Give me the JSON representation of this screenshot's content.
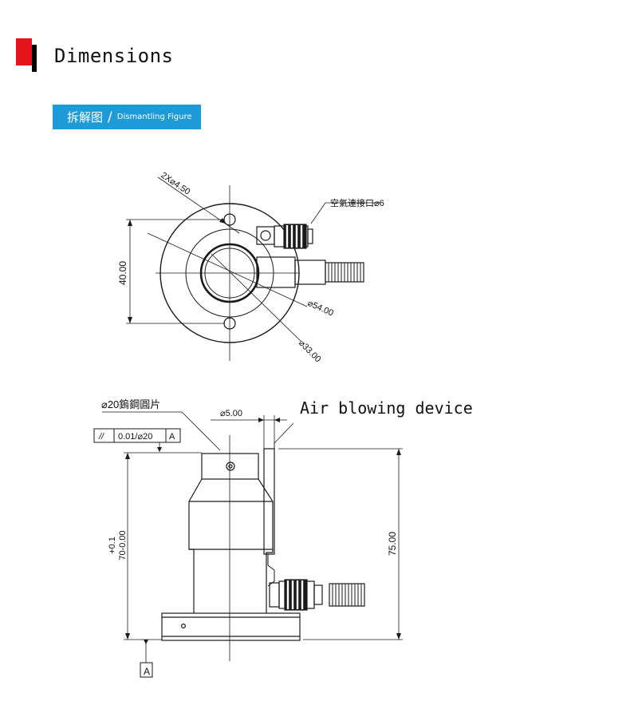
{
  "header": {
    "title": "Dimensions",
    "accent_color": "#e4141b"
  },
  "banner": {
    "label_cn": "拆解图",
    "separator": "/",
    "label_en": "Dismantling Figure",
    "color": "#1e9ad8"
  },
  "top_view": {
    "hole_label": "2X⌀4.50",
    "air_port_label": "空氣連接口⌀6",
    "height_dim": "40.00",
    "outer_dia": "⌀54.00",
    "inner_dia": "⌀33.00"
  },
  "side_view": {
    "disc_label": "⌀20鎢鋼圓片",
    "nozzle_dim": "⌀5.00",
    "callout": "Air blowing device",
    "tol_symbol": "//",
    "tol_value": "0.01/⌀20",
    "tol_datum": "A",
    "height_tol": "+0.1",
    "height_dim": "70-0.00",
    "total_height": "75.00",
    "datum_label": "A"
  }
}
